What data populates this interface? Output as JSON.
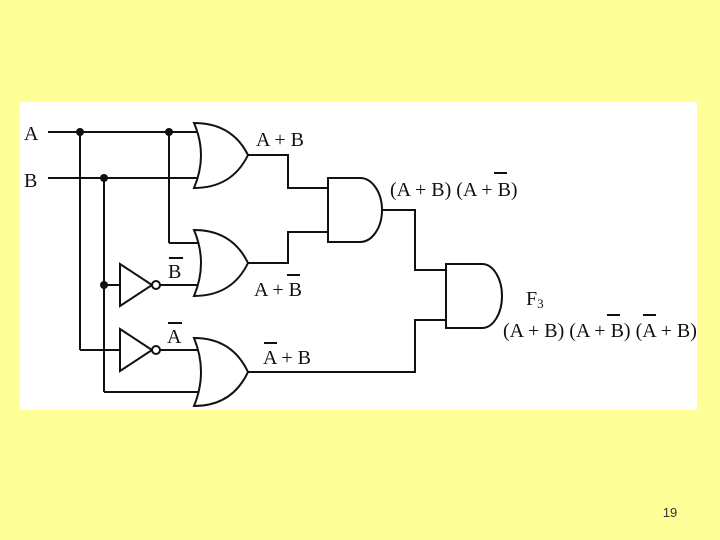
{
  "slide": {
    "page_number": "19",
    "background": "#ffff99"
  },
  "diagram": {
    "inputs": {
      "a": "A",
      "b": "B"
    },
    "wire_labels": {
      "not_b": "B",
      "not_a": "A"
    },
    "gate_outputs": {
      "or1": {
        "left": "A + B",
        "bar": ""
      },
      "or2": {
        "left": "A + ",
        "bar": "B"
      },
      "or3": {
        "bar": "A",
        "rest": " + B"
      },
      "and1": {
        "p1": "(A + B) (A + ",
        "bar": "B",
        "p2": ")"
      }
    },
    "output": {
      "name": "F",
      "subscript": "3",
      "expr": {
        "p1": "(A + B) (A + ",
        "bar1": "B",
        "p2": ") (",
        "bar2": "A",
        "p3": " + B)"
      }
    },
    "line_color": "#111111"
  }
}
